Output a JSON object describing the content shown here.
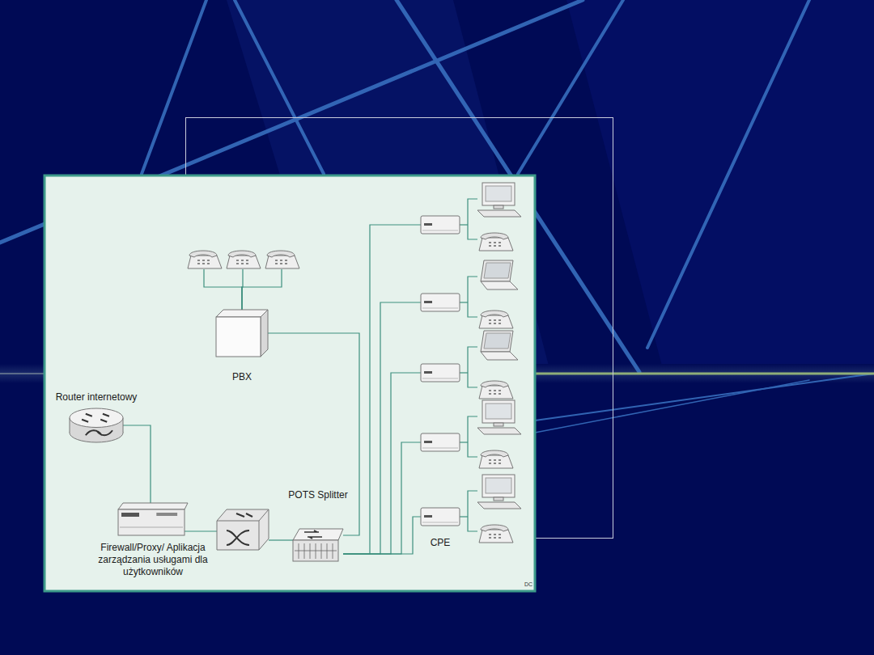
{
  "diagram": {
    "nodes": [
      {
        "text": [
          "PBX"
        ]
      },
      {
        "text": [
          "Router internetowy"
        ]
      },
      {
        "text": [
          "Firewall/Proxy/ Aplikacja zarządzania usługami dla użytkowników"
        ]
      },
      {
        "text": [
          "POTS Splitter"
        ]
      },
      {
        "text": [
          "CPE"
        ]
      }
    ],
    "edges": [
      {
        "from": 1,
        "to": 2,
        "arrow": "none"
      },
      {
        "from": 0,
        "to": 3,
        "arrow": "none"
      },
      {
        "from": 3,
        "to": 4,
        "arrow": "none"
      }
    ],
    "labels": [
      "DC"
    ]
  }
}
